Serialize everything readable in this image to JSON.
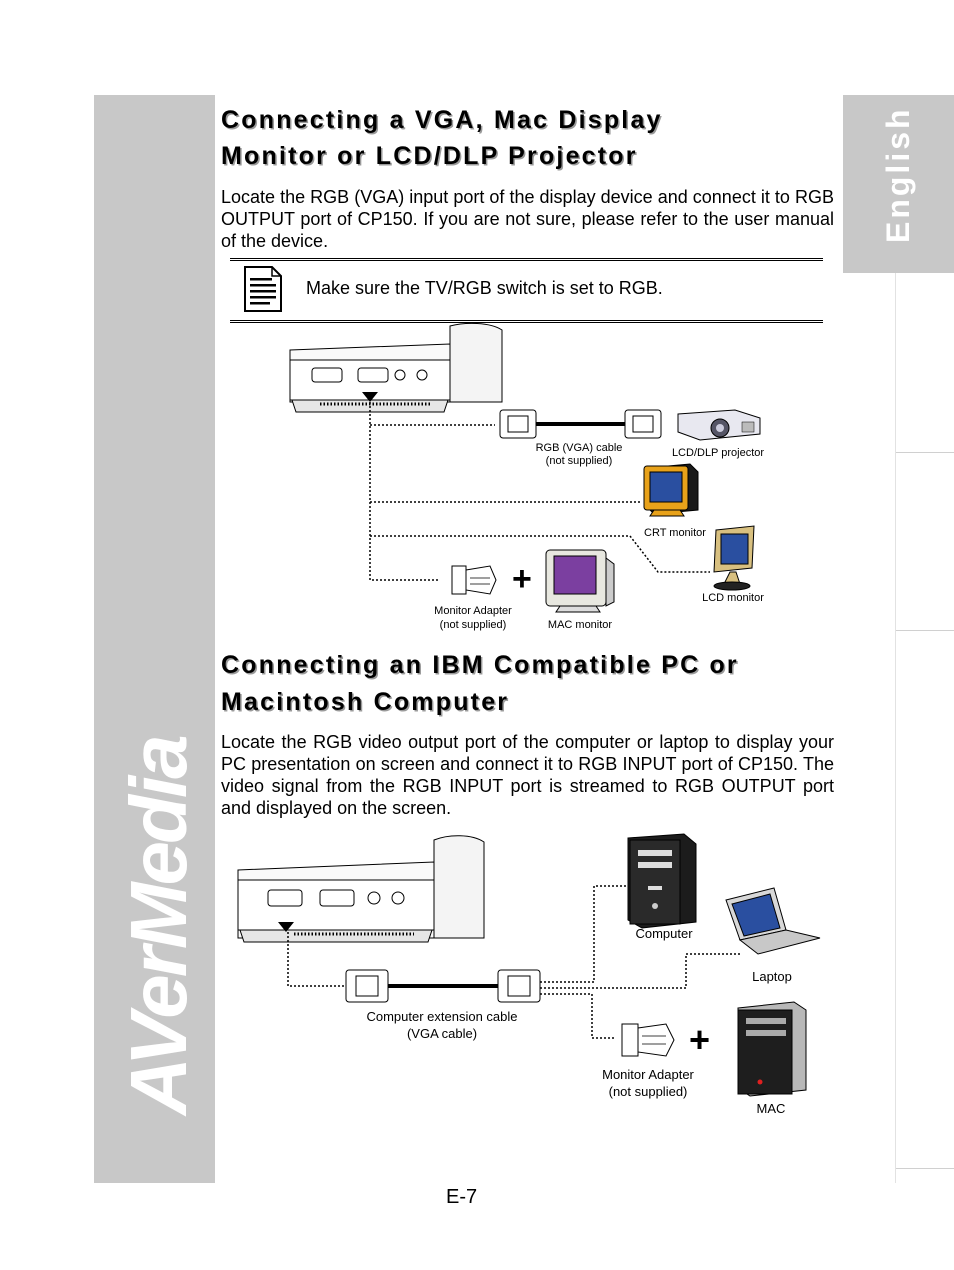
{
  "brand": {
    "logo_text": "AVerMedia"
  },
  "language_tab": {
    "label": "English"
  },
  "section1": {
    "title_line1": "Connecting a VGA, Mac Display",
    "title_line2": "Monitor or LCD/DLP Projector",
    "body": "Locate the RGB (VGA) input port of the display device and connect it to RGB OUTPUT port of CP150. If you are not sure, please refer to the user manual of the device.",
    "note": "Make sure the TV/RGB switch is set to RGB.",
    "diagram": {
      "cable_label_1": "RGB (VGA) cable",
      "cable_label_2": "(not supplied)",
      "projector_label": "LCD/DLP projector",
      "crt_label": "CRT monitor",
      "lcd_label": "LCD monitor",
      "adapter_label_1": "Monitor Adapter",
      "adapter_label_2": "(not supplied)",
      "mac_label": "MAC monitor",
      "plus": "+"
    }
  },
  "section2": {
    "title_line1": "Connecting an IBM Compatible PC or",
    "title_line2": "Macintosh Computer",
    "body": "Locate the RGB video output port of the computer or laptop to display your PC presentation on screen and connect it to RGB INPUT port of CP150. The video signal from the RGB INPUT port is streamed to RGB OUTPUT port and displayed on the screen.",
    "diagram": {
      "computer_label": "Computer",
      "laptop_label": "Laptop",
      "cable_label_1": "Computer extension cable",
      "cable_label_2": "(VGA cable)",
      "adapter_label_1": "Monitor Adapter",
      "adapter_label_2": "(not supplied)",
      "mac_label": "MAC",
      "plus": "+"
    }
  },
  "footer": {
    "page_number": "E-7"
  },
  "colors": {
    "band": "#c8c8c8",
    "screen_blue": "#2a4fa0",
    "mac_screen": "#7b3fa0",
    "crt_body": "#e8a21a"
  }
}
